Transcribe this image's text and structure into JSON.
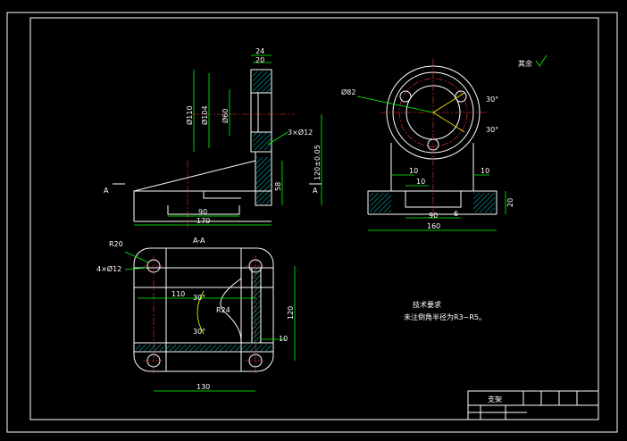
{
  "dims_side": {
    "d24": "24",
    "d20": "20",
    "d110": "Ø110",
    "d104": "Ø104",
    "d60": "Ø60",
    "holes": "3×Ø12",
    "height": "120±0.05",
    "d58": "58",
    "d90": "90",
    "d170": "170"
  },
  "dims_front": {
    "d82": "Ø82",
    "a30_top": "30°",
    "a30_bot": "30°",
    "d10_a": "10",
    "d10_b": "10",
    "d10_c": "10",
    "d20": "20",
    "d90": "90",
    "d6": "6",
    "d160": "160"
  },
  "dims_section": {
    "r20": "R20",
    "holes": "4×Ø12",
    "d110": "110",
    "a30_top": "30°",
    "r24": "R24",
    "a30_bot": "30°",
    "d120": "120",
    "d10": "10",
    "d130": "130"
  },
  "section_labels": {
    "cut_left": "A",
    "cut_right": "A",
    "title": "A-A"
  },
  "roughness_note": "其余",
  "notes": {
    "title": "技术要求",
    "line1": "未注倒角半径为R3~R5。"
  },
  "title_block": {
    "name": "支架"
  }
}
